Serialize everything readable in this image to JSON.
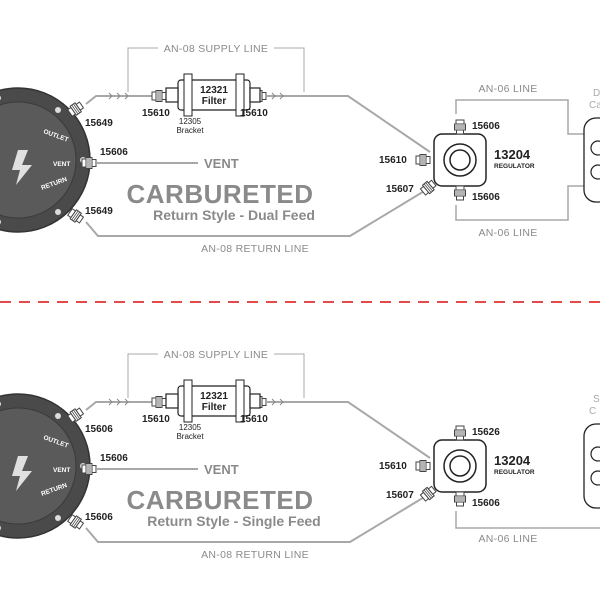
{
  "panels": [
    {
      "id": "dual",
      "supply_line": "AN-08 SUPPLY LINE",
      "return_line": "AN-08 RETURN LINE",
      "an06_top": "AN-06 LINE",
      "an06_bottom": "AN-06 LINE",
      "title": "CARBURETED",
      "subtitle": "Return Style - Dual Feed",
      "vent": "VENT",
      "pump_outlet": "15649",
      "pump_vent": "15606",
      "pump_return": "15649",
      "pump_labels": {
        "outlet": "OUTLET",
        "vent": "VENT",
        "return": "RETURN"
      },
      "filter_left": "15610",
      "filter_right": "15610",
      "filter_num": "12321",
      "filter_word": "Filter",
      "bracket_num": "12305",
      "bracket_word": "Bracket",
      "reg_in": "15610",
      "reg_return": "15607",
      "reg_top": "15606",
      "reg_bottom": "15606",
      "reg_num": "13204",
      "reg_word": "REGULATOR",
      "side_text": [
        "D",
        "Ca"
      ]
    },
    {
      "id": "single",
      "supply_line": "AN-08 SUPPLY LINE",
      "return_line": "AN-08 RETURN LINE",
      "an06_bottom": "AN-06 LINE",
      "title": "CARBURETED",
      "subtitle": "Return Style - Single Feed",
      "vent": "VENT",
      "pump_outlet": "15606",
      "pump_vent": "15606",
      "pump_return": "15606",
      "pump_labels": {
        "outlet": "OUTLET",
        "vent": "VENT",
        "return": "RETURN"
      },
      "filter_left": "15610",
      "filter_right": "15610",
      "filter_num": "12321",
      "filter_word": "Filter",
      "bracket_num": "12305",
      "bracket_word": "Bracket",
      "reg_in": "15610",
      "reg_return": "15607",
      "reg_top": "15626",
      "reg_bottom": "15606",
      "reg_num": "13204",
      "reg_word": "REGULATOR",
      "side_text": [
        "S",
        "C"
      ]
    }
  ],
  "colors": {
    "line": "#a8a8a8",
    "divider": "#e03030",
    "pump_dark": "#4a4a4a",
    "fitting": "#555555"
  }
}
